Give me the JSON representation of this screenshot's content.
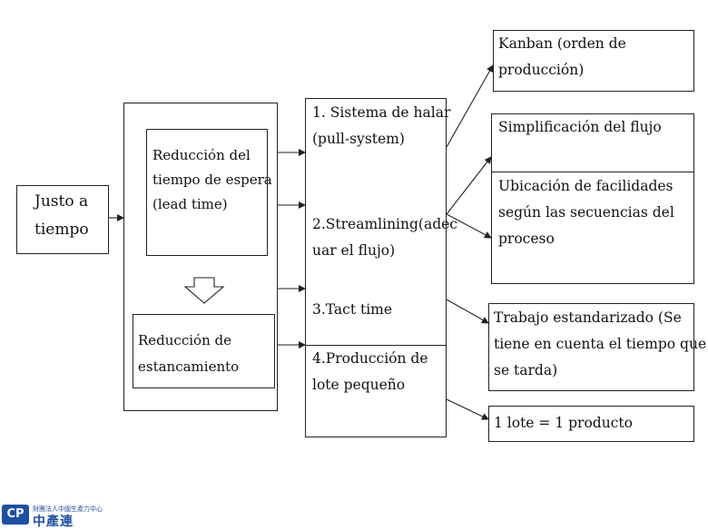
{
  "left": {
    "jit": [
      "Justo a",
      "tiempo"
    ]
  },
  "middle": {
    "lead_time": [
      "Reducción del",
      "tiempo de espera",
      "(lead time)"
    ],
    "stagnation": [
      "Reducción de",
      "estancamiento"
    ]
  },
  "methods": {
    "pull": [
      "1. Sistema de halar",
      "(pull-system)"
    ],
    "streamlining": [
      "2.Streamlining(adec",
      "uar el flujo)"
    ],
    "tact": [
      "3.Tact time"
    ],
    "small_lot": [
      "4.Producción de",
      "lote pequeño"
    ]
  },
  "results": {
    "kanban": [
      "Kanban (orden de",
      "producción)"
    ],
    "simplify": [
      "Simplificación del flujo"
    ],
    "location": [
      "Ubicación de facilidades",
      "según las secuencias del",
      "proceso"
    ],
    "standard": [
      "Trabajo estandarizado (Se",
      "tiene en cuenta el tiempo que",
      "se tarda)"
    ],
    "lot": [
      "1 lote = 1 producto"
    ]
  },
  "logo": {
    "badge": "CP",
    "small_text": "財團法人中國生產力中心",
    "big_text": "中產連"
  }
}
